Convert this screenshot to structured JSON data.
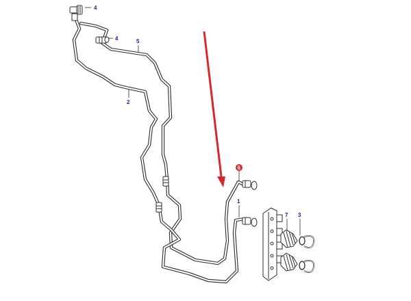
{
  "diagram": {
    "callouts": [
      {
        "id": "c-4a",
        "label": "4"
      },
      {
        "id": "c-4b",
        "label": "4"
      },
      {
        "id": "c-5",
        "label": "5"
      },
      {
        "id": "c-2",
        "label": "2"
      },
      {
        "id": "c-6",
        "label": "6"
      },
      {
        "id": "c-1",
        "label": "1"
      },
      {
        "id": "c-7",
        "label": "7"
      },
      {
        "id": "c-3",
        "label": "3"
      }
    ],
    "colors": {
      "line": "#2b2b2b",
      "label_text": "#1a1aa6",
      "highlight": "#d9262b",
      "arrow": "#d9262b"
    }
  }
}
